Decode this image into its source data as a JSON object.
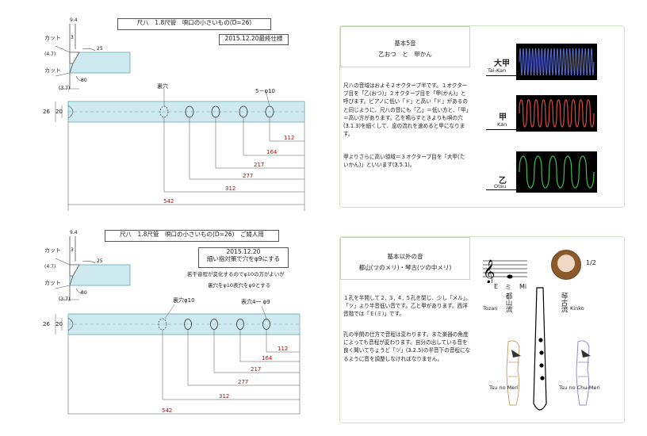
{
  "top": {
    "title": "尺八　1.8尺管　唄口の小さいもの(D=26)",
    "date_box": "2015.12.20最終仕様",
    "cut_top": "カット",
    "cut_bottom": "カット",
    "dim_94": "9.4",
    "dim_3": "3",
    "dim_47": "(4.7)",
    "dim_37": "(3.7)",
    "angle_25": "25",
    "angle_80": "80",
    "dia_26": "26",
    "dia_20": "20",
    "back_hole": "裏穴",
    "holes_label": "5－φ10",
    "d112": "112",
    "d164": "164",
    "d217": "217",
    "d277": "277",
    "d312": "312",
    "d542": "542"
  },
  "bottom": {
    "title": "尺八　1.8尺管　唄口の小さいもの(D=26)　ご婦人用",
    "date_box_line1": "2015.12.20",
    "date_box_line2": "細い指対策で穴をφ9にする",
    "note1": "若干音程が変化するのでφ10の方がよいが",
    "note2": "裏穴をφ10表穴をφ9とする",
    "cut_top": "カット",
    "cut_bottom": "カット",
    "dim_94": "9.4",
    "dim_3": "3",
    "dim_47": "(4.7)",
    "dim_37": "(3.7)",
    "angle_25": "25",
    "angle_80": "80",
    "dia_26": "26",
    "dia_20": "20",
    "back_hole": "裏穴φ10",
    "holes_label": "表穴4ー φ9",
    "d112": "112",
    "d164": "164",
    "d217": "217",
    "d277": "277",
    "d312": "312",
    "d542": "542"
  },
  "panel1": {
    "head_line1": "基本5音",
    "head_line2": "乙おつ　と　甲かん",
    "para1": "尺八の音域はおよそ２オクターブ半です。１オクターブ目を「乙(おつ)」２オクターブ目を「甲(かん)」と呼びます。ピアノに低い「ド」と高い「ド」があるのと同じように、尺八の音にも「乙」＝低い方と、「甲」＝高い方があります。乙を鳴らすときよりも唄の穴(3.1.3)を細くして、息の流れを速めると甲になります。",
    "para2": "甲よりさらに高い領域＝３オクターブ目を「大甲(たいかん)」といいます(3.5.1)。",
    "wave1_kanji": "大甲",
    "wave1_roman": "Tai-Kan",
    "wave2_kanji": "甲",
    "wave2_roman": "Kan",
    "wave3_kanji": "乙",
    "wave3_roman": "Otsu",
    "wave1_color": "#5a6fd6",
    "wave2_color": "#d94b3a",
    "wave3_color": "#3fbf4a"
  },
  "panel2": {
    "head_line1": "基本以外の音",
    "head_line2": "都山(ツのメリ)・琴古(ツの中メリ)",
    "para1": "１孔を半開して２, ３, ４, ５孔を閉じ、少し「メル」。「ツ」より半音低い音です。乙と甲があります。西洋音階では「Ｅ(ミ)」です。",
    "para2": "孔の半開の仕方で音程は変わります。また楽器の角度によっても音程が変わります。自分の出している音を良く聞いてちょうど「ツ」(3.2.5)の半音下の音程になるように音を調整しなければなりません。",
    "note_e": "E",
    "note_mi_kana": "ミ",
    "note_mi": "Mi",
    "fraction": "1/2",
    "tozan_kanji": "都山流",
    "tozan": "Tozan",
    "kinko_kanji": "琴古流",
    "kinko": "Kinko",
    "tsu_meri": "Tsu no Meri",
    "tsu_chu_meri": "Tsu no Chu-Meri"
  }
}
